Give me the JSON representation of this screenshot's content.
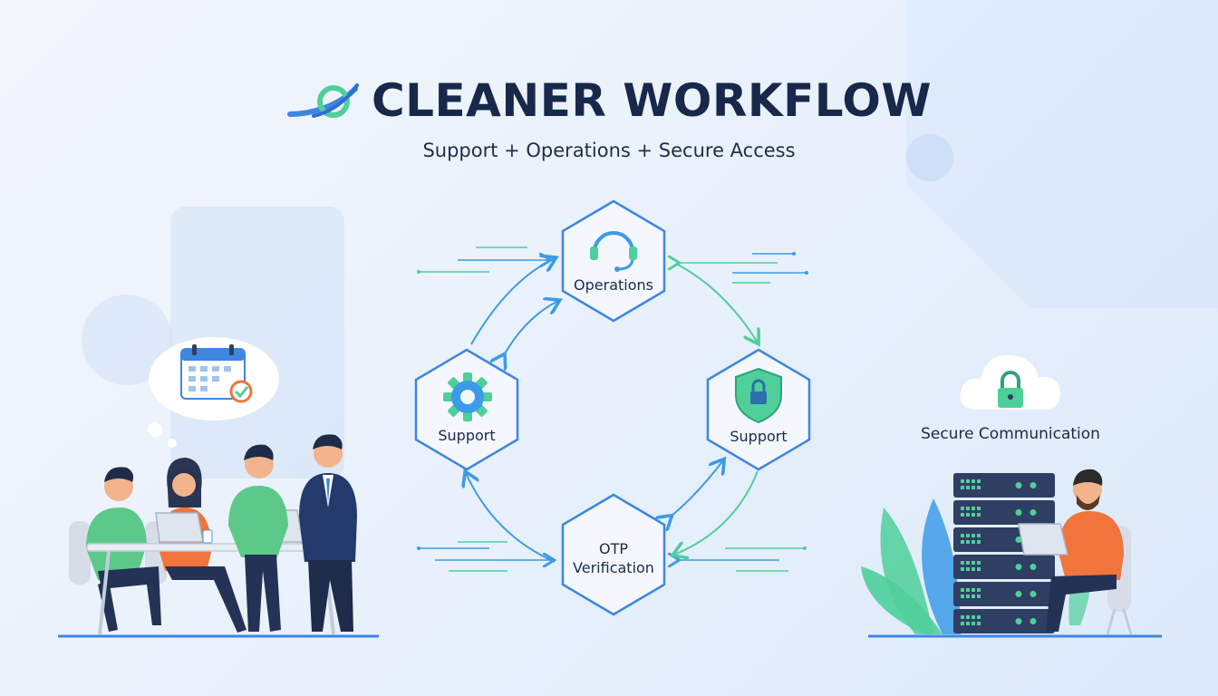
{
  "header": {
    "title": "CLEANER WORKFLOW",
    "subtitle": "Support + Operations + Secure Access"
  },
  "nodes": [
    {
      "id": "operations",
      "label": "Operations",
      "icon": "headset-icon"
    },
    {
      "id": "support-left",
      "label": "Support",
      "icon": "gear-icon"
    },
    {
      "id": "support-right",
      "label": "Support",
      "icon": "shield-lock-icon"
    },
    {
      "id": "otp",
      "label_line1": "OTP",
      "label_line2": "Verification",
      "icon": "none"
    }
  ],
  "right_panel": {
    "label": "Secure Communication",
    "icon": "cloud-lock-icon"
  },
  "colors": {
    "title": "#17284a",
    "hex_stroke": "#3f86e0",
    "arrow_blue": "#3b9be8",
    "arrow_green": "#4fcf9a",
    "shirt_green": "#5cc98a",
    "shirt_orange": "#f0743c",
    "server": "#2f3e63"
  }
}
